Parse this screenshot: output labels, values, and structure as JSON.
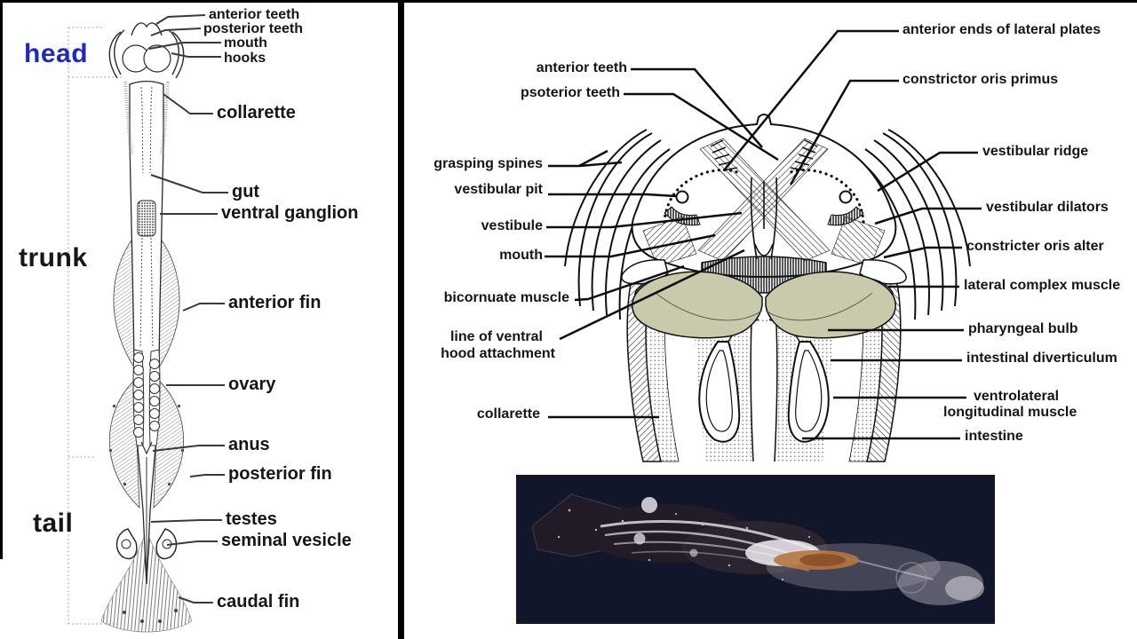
{
  "page": {
    "background": "#ffffff"
  },
  "left_panel": {
    "region_head": "head",
    "region_trunk": "trunk",
    "region_tail": "tail",
    "head_color": "#1d2ac0",
    "labels": {
      "anterior_teeth": "anterior teeth",
      "posterior_teeth": "posterior teeth",
      "mouth": "mouth",
      "hooks": "hooks",
      "collarette": "collarette",
      "gut": "gut",
      "ventral_ganglion": "ventral ganglion",
      "anterior_fin": "anterior fin",
      "ovary": "ovary",
      "anus": "anus",
      "posterior_fin": "posterior fin",
      "testes": "testes",
      "seminal_vesicle": "seminal vesicle",
      "caudal_fin": "caudal fin"
    }
  },
  "right_panel": {
    "labels_left": {
      "anterior_teeth": "anterior teeth",
      "psoterior_teeth": "psoterior teeth",
      "grasping_spines": "grasping spines",
      "vestibular_pit": "vestibular pit",
      "vestibule": "vestibule",
      "mouth": "mouth",
      "bicornuate_muscle": "bicornuate muscle",
      "line_of_ventral": "line of ventral",
      "hood_attachment": "hood attachment",
      "collarette": "collarette"
    },
    "labels_right": {
      "anterior_ends_of_lateral_plates": "anterior ends of lateral plates",
      "constrictor_oris_primus": "constrictor oris primus",
      "vestibular_ridge": "vestibular ridge",
      "vestibular_dilators": "vestibular dilators",
      "constricter_oris_alter": "constricter oris alter",
      "lateral_complex_muscle": "lateral complex muscle",
      "pharyngeal_bulb": "pharyngeal bulb",
      "intestinal_diverticulum": "intestinal diverticulum",
      "ventrolateral": "ventrolateral",
      "longitudinal_muscle": "longitudinal muscle",
      "intestine": "intestine"
    },
    "muscle_fill_color": "#c9caab"
  },
  "photo_panel": {
    "background_color": "#11162a"
  }
}
